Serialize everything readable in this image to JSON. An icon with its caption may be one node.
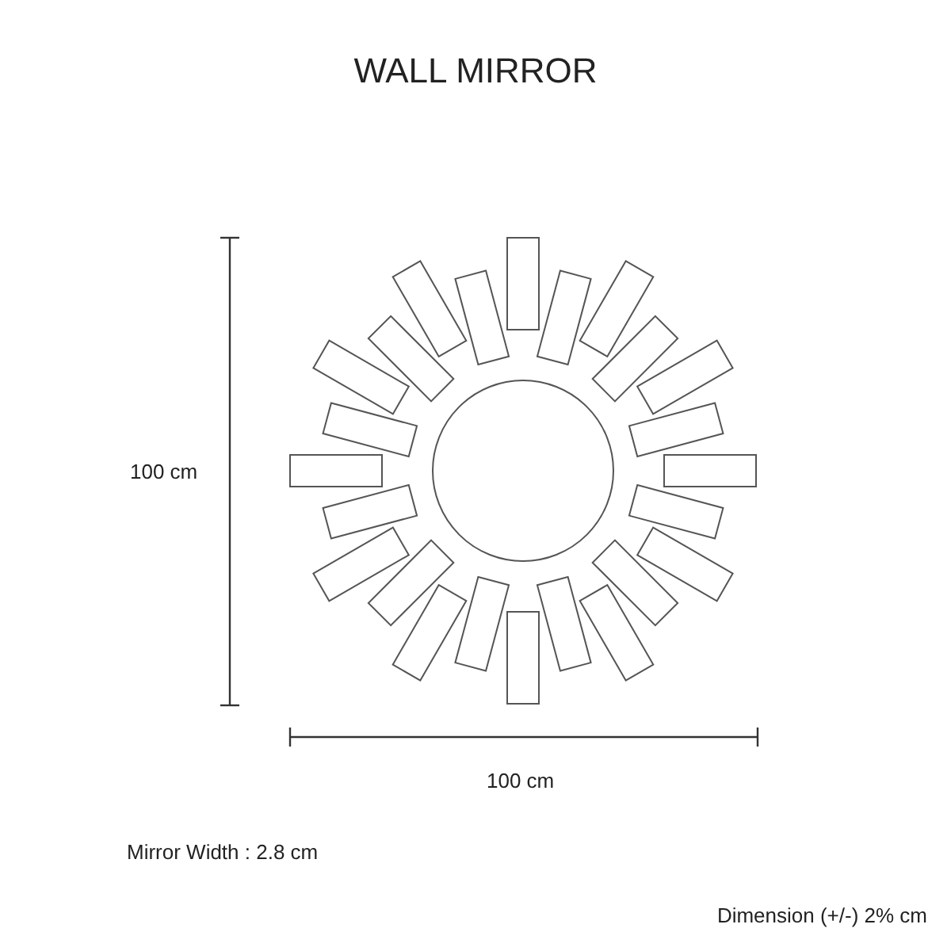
{
  "diagram": {
    "title": "WALL MIRROR",
    "labels": [
      "100 cm",
      "100 cm",
      "Mirror Width : 2.8 cm",
      "Dimension (+/-) 2% cm"
    ]
  }
}
